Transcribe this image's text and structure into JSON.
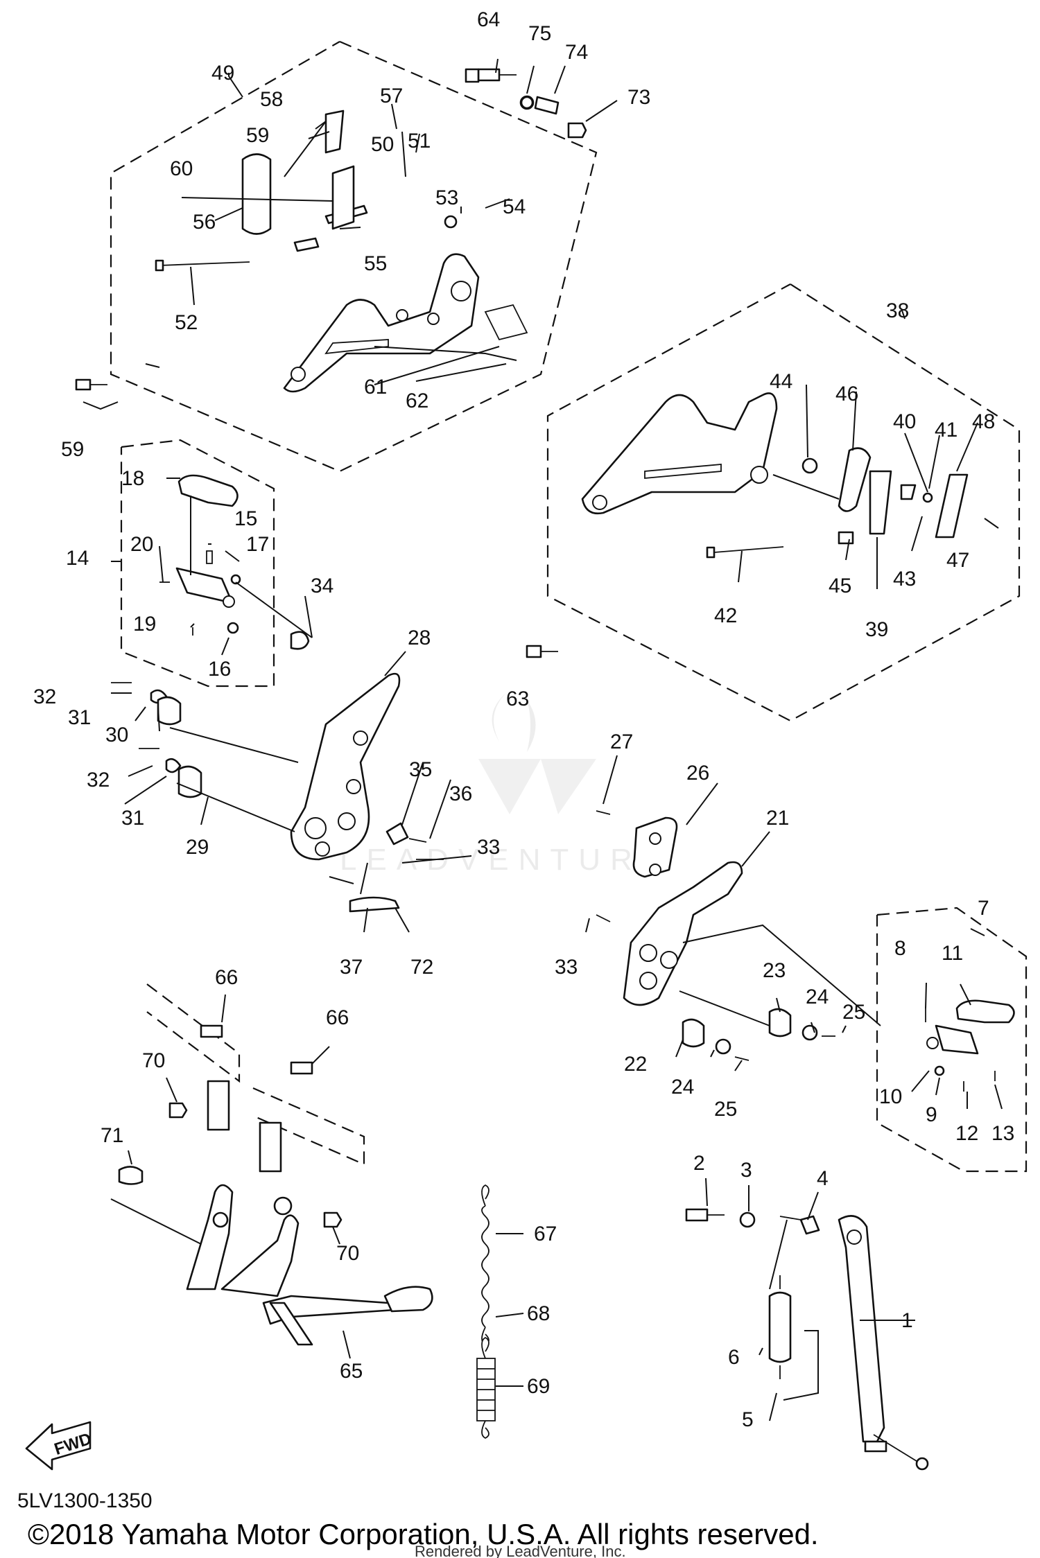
{
  "diagram_code": "5LV1300-1350",
  "copyright": "©2018 Yamaha Motor Corporation, U.S.A. All rights reserved.",
  "rendered_by": "Rendered by LeadVenture, Inc.",
  "watermark": "LEADVENTURE",
  "fwd_label": "FWD",
  "callouts": [
    "1",
    "2",
    "3",
    "4",
    "5",
    "6",
    "7",
    "8",
    "9",
    "10",
    "11",
    "12",
    "13",
    "14",
    "15",
    "16",
    "17",
    "18",
    "19",
    "20",
    "21",
    "22",
    "23",
    "24",
    "24",
    "25",
    "25",
    "26",
    "27",
    "28",
    "29",
    "30",
    "31",
    "31",
    "32",
    "32",
    "33",
    "33",
    "34",
    "35",
    "36",
    "37",
    "38",
    "39",
    "40",
    "41",
    "42",
    "43",
    "44",
    "45",
    "46",
    "47",
    "48",
    "49",
    "50",
    "51",
    "52",
    "53",
    "54",
    "55",
    "56",
    "57",
    "58",
    "59",
    "59",
    "60",
    "61",
    "62",
    "63",
    "64",
    "65",
    "66",
    "66",
    "67",
    "68",
    "69",
    "70",
    "70",
    "71",
    "72",
    "73",
    "74",
    "75"
  ]
}
